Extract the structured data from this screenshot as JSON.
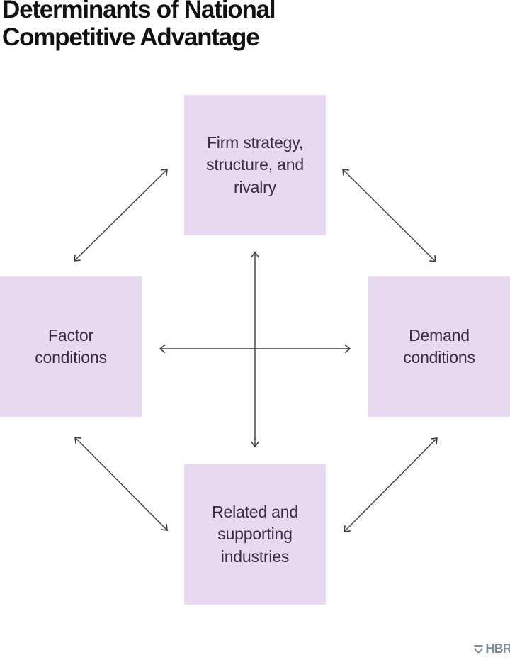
{
  "title": {
    "text": "Determinants of National\nCompetitive Advantage"
  },
  "diagram": {
    "nodes": {
      "firm_strategy": {
        "label": "Firm strategy,\nstructure, and\nrivalry"
      },
      "factor_conditions": {
        "label": "Factor\nconditions"
      },
      "demand_conditions": {
        "label": "Demand\nconditions"
      },
      "related_industries": {
        "label": "Related and\nsupporting\nindustries"
      }
    },
    "edges": [
      {
        "from": "firm_strategy",
        "to": "factor_conditions",
        "bidirectional": true
      },
      {
        "from": "firm_strategy",
        "to": "demand_conditions",
        "bidirectional": true
      },
      {
        "from": "firm_strategy",
        "to": "related_industries",
        "bidirectional": true
      },
      {
        "from": "factor_conditions",
        "to": "demand_conditions",
        "bidirectional": true
      },
      {
        "from": "factor_conditions",
        "to": "related_industries",
        "bidirectional": true
      },
      {
        "from": "demand_conditions",
        "to": "related_industries",
        "bidirectional": true
      }
    ]
  },
  "branding": {
    "logo_text": "HBR",
    "logo_icon": "hbr-shield-icon"
  },
  "colors": {
    "background": "#ffffff",
    "node_fill": "#e8d8f0",
    "node_text": "#3a2b44",
    "title_text": "#111111",
    "arrow": "#3d3d3d",
    "logo": "#7d8d9c"
  }
}
